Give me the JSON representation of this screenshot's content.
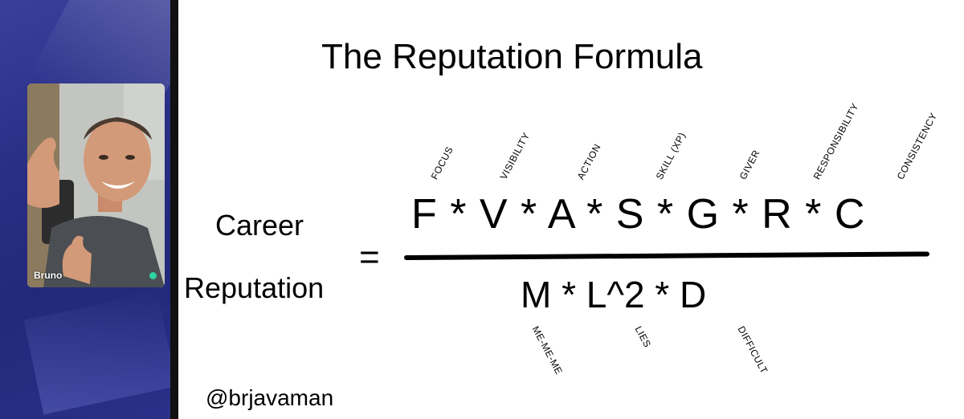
{
  "slide": {
    "title": "The Reputation Formula",
    "lhs_line1": "Career",
    "lhs_line2": "Reputation",
    "equals": "=",
    "numerator": "F * V * A * S * G * R * C",
    "denominator": "M * L^2 * D",
    "numerator_labels": [
      "FOCUS",
      "VISIBILITY",
      "ACTION",
      "SKILL (XP)",
      "GIVER",
      "RESPONSIBILITY",
      "CONSISTENCY"
    ],
    "denominator_labels": [
      "ME-ME-ME",
      "LIES",
      "DIFFICULT"
    ],
    "handle": "@brjavaman"
  },
  "video": {
    "participant_name": "Bruno",
    "status_color": "#2ed3a0"
  }
}
